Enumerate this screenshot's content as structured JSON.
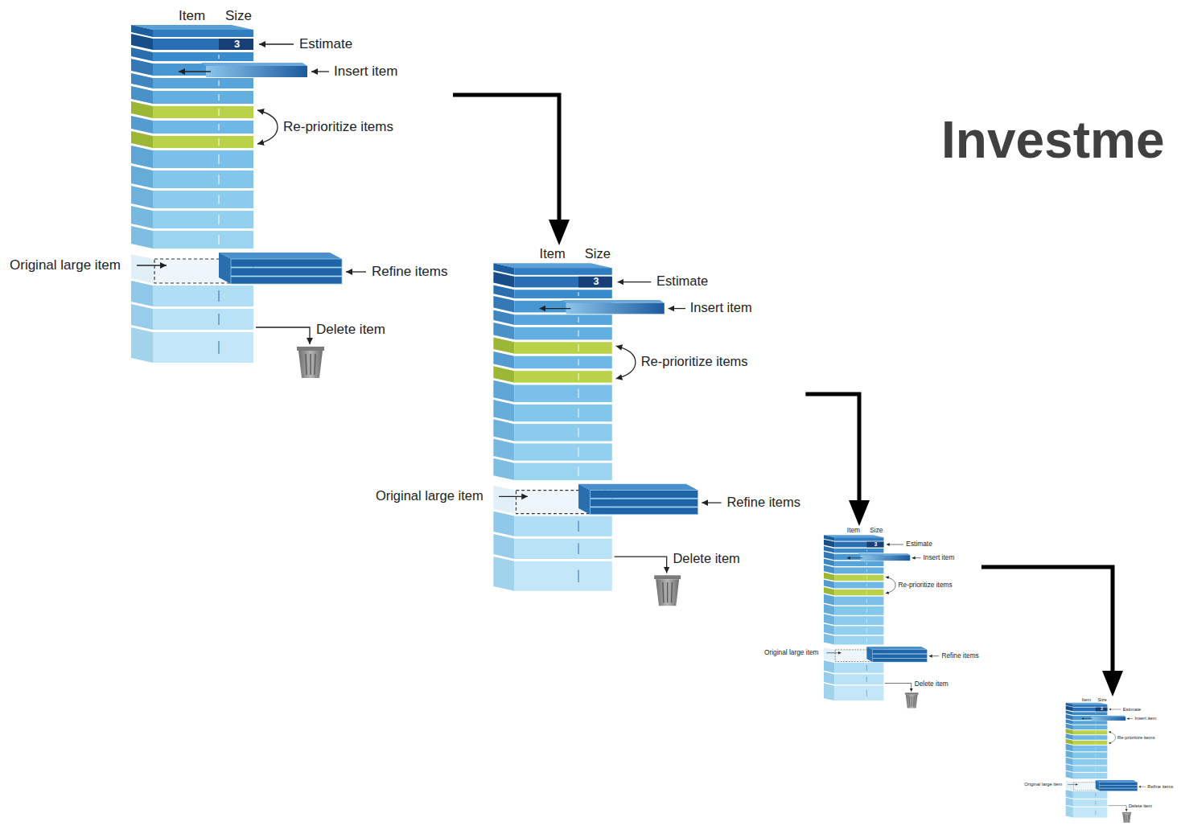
{
  "diagram": {
    "title": "Investme",
    "nodes": [
      {
        "text": [
          "Item",
          "Size",
          "3",
          "Estimate",
          "Insert item",
          "Re-prioritize items",
          "Original large item",
          "Refine items",
          "Delete item"
        ]
      },
      {
        "text": [
          "Item",
          "Size",
          "3",
          "Estimate",
          "Insert item",
          "Re-prioritize items",
          "Original large item",
          "Refine items",
          "Delete item"
        ]
      },
      {
        "text": [
          "Item",
          "Size",
          "3",
          "Estimate",
          "Insert item",
          "Re-prioritize items",
          "Original large item",
          "Refine items",
          "Delete item"
        ]
      },
      {
        "text": [
          "Item",
          "Size",
          "3",
          "Estimate",
          "Insert item",
          "Re-prioritize items",
          "Original large item",
          "Refine items",
          "Delete item"
        ]
      }
    ],
    "edges": [
      {
        "from": 0,
        "to": 1,
        "arrow": "to"
      },
      {
        "from": 1,
        "to": 2,
        "arrow": "to"
      },
      {
        "from": 2,
        "to": 3,
        "arrow": "to"
      }
    ]
  }
}
